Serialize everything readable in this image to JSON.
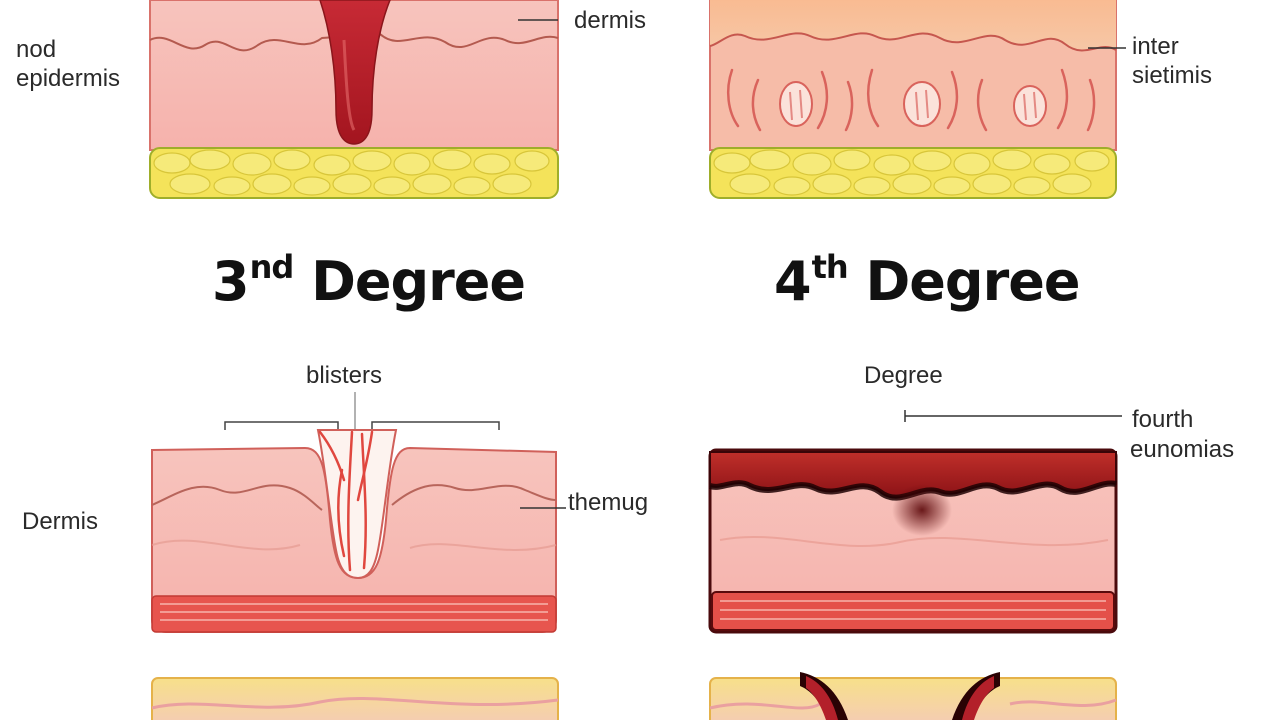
{
  "titles": {
    "third": {
      "number": "3",
      "suffix": "nd",
      "word": "Degree"
    },
    "fourth": {
      "number": "4",
      "suffix": "th",
      "word": "Degree"
    }
  },
  "labels": {
    "top_left": [
      "nod",
      "epidermis"
    ],
    "top_left_right": "dermis",
    "top_right": [
      "inter",
      "sietimis"
    ],
    "third_top": "blisters",
    "third_left": "Dermis",
    "third_right": "themug",
    "fourth_top": "Degree",
    "fourth_right": [
      "fourth",
      "eunomias"
    ]
  },
  "colors": {
    "dermis_pink": "#f5b9b2",
    "epidermis_light": "#fbd3cc",
    "fat_yellow": "#f4e35a",
    "fat_outline": "#a3b12c",
    "blood_red": "#b3202a",
    "eschar_dark": "#8a1418",
    "outline_red": "#d0605a",
    "peach": "#f9c09a"
  }
}
